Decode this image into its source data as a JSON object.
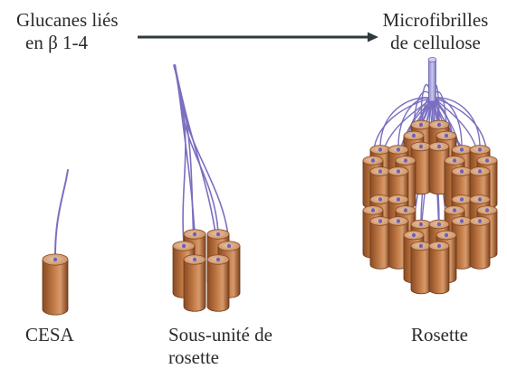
{
  "labels": {
    "glucanes_line1": "Glucanes liés",
    "glucanes_line2": "en β 1-4",
    "microfibrilles_line1": "Microfibrilles",
    "microfibrilles_line2": "de cellulose",
    "cesa": "CESA",
    "sous_unite_line1": "Sous-unité de",
    "sous_unite_line2": "rosette",
    "rosette": "Rosette"
  },
  "colors": {
    "cylinder_body": "#b9703f",
    "cylinder_dark": "#8a4a22",
    "cylinder_light": "#d79a6b",
    "cylinder_top": "#d7a47c",
    "strand": "#7a6fc0",
    "arrow": "#2f3a3d",
    "text": "#2b2b2b"
  }
}
